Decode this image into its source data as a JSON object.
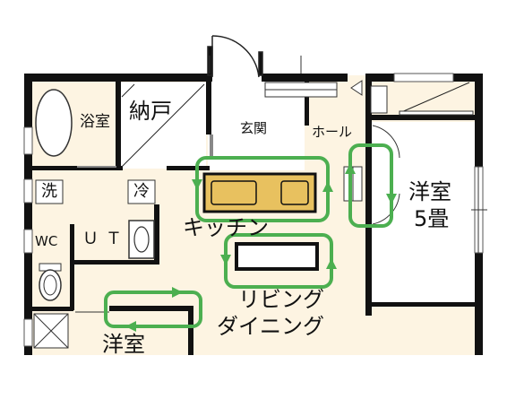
{
  "rooms": {
    "bath": "浴室",
    "storage": "納戸",
    "entrance": "玄関",
    "hall": "ホール",
    "western_right_name": "洋室",
    "western_right_size": "5畳",
    "washer": "洗",
    "fridge": "冷",
    "kitchen": "キッチン",
    "toilet": "WC",
    "utility": "ＵＴ",
    "living_line1": "リビング",
    "living_line2": "ダイニング",
    "western_bottom": "洋室"
  },
  "colors": {
    "floor": "#fdf4e2",
    "wall": "#111111",
    "counter": "#e8c15f",
    "flow": "#4caf50"
  }
}
